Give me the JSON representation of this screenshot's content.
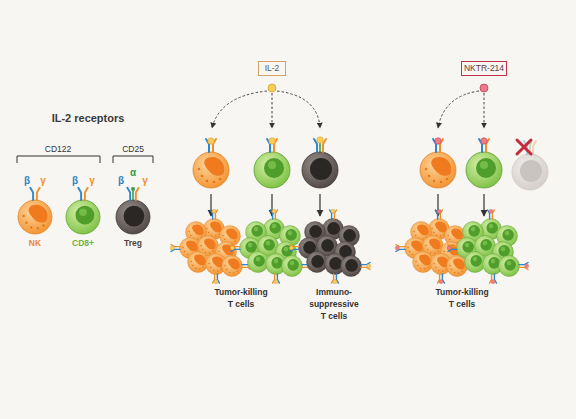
{
  "diagram": {
    "nodes": [
      {
        "text": [
          "NK"
        ]
      },
      {
        "text": [
          "CD8+"
        ]
      },
      {
        "text": [
          "Treg"
        ]
      },
      {
        "text": [
          "IL-2"
        ]
      },
      {
        "text": [
          "NKTR-214"
        ]
      }
    ],
    "labels": [
      "IL-2 receptors",
      "CD122",
      "CD25",
      "β",
      "γ",
      "β",
      "γ",
      "β",
      "α",
      "γ",
      "Tumor-killing T cells",
      "Immuno- suppressive T cells",
      "Tumor-killing T cells"
    ]
  }
}
